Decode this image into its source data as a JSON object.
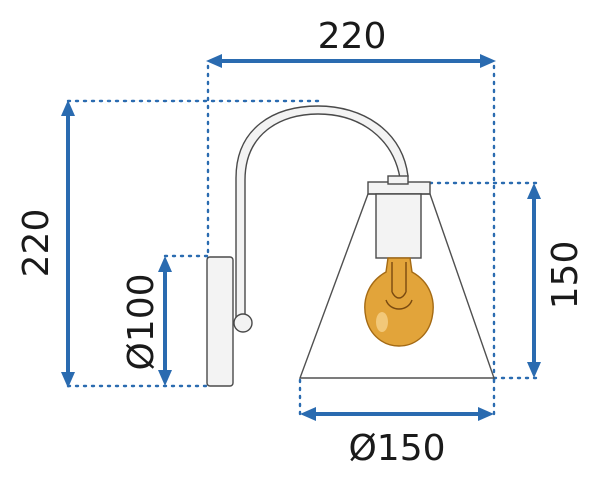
{
  "dimensions": {
    "width_top": "220",
    "height_left": "220",
    "backplate_diameter": "Ø100",
    "shade_height": "150",
    "shade_diameter": "Ø150"
  },
  "colors": {
    "dimension_blue": "#2a6bb0",
    "outline": "#4a4a4a",
    "bulb_amber": "#e2a43a"
  }
}
